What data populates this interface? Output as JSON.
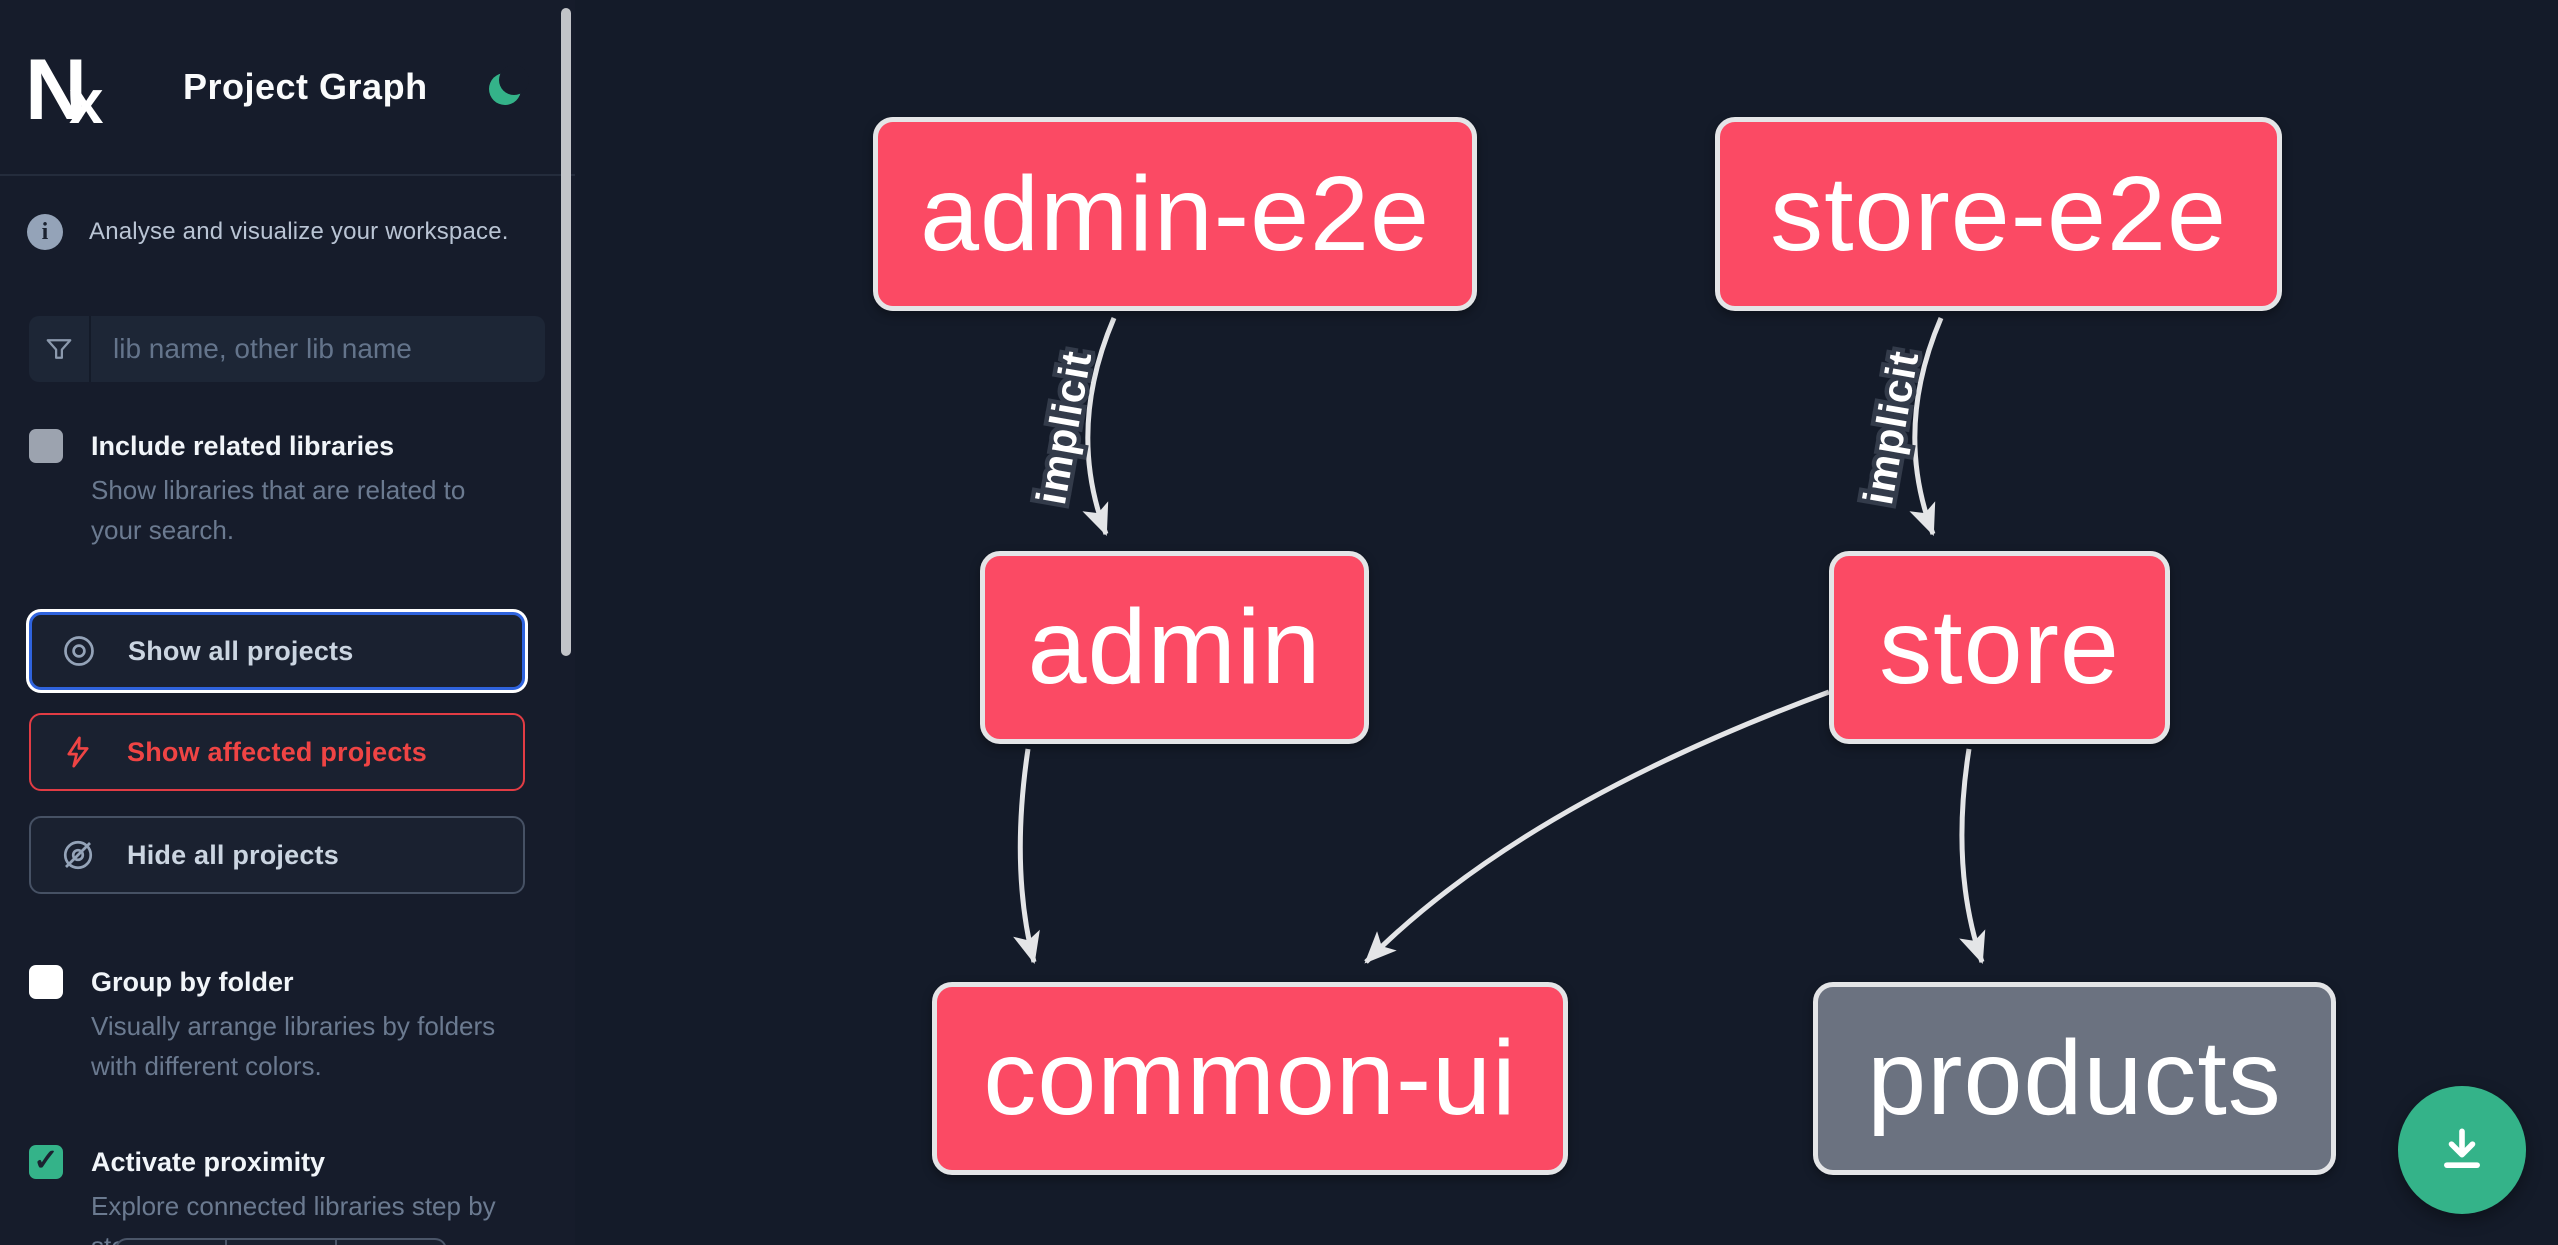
{
  "header": {
    "app_name": "Nx",
    "title": "Project Graph"
  },
  "intro": {
    "text": "Analyse and visualize your workspace."
  },
  "filter": {
    "placeholder": "lib name, other lib name"
  },
  "options": [
    {
      "label": "Include related libraries",
      "description": "Show libraries that are related to your search.",
      "checked": false
    },
    {
      "label": "Group by folder",
      "description": "Visually arrange libraries by folders with different colors.",
      "checked": false
    },
    {
      "label": "Activate proximity",
      "description": "Explore connected libraries step by step.",
      "checked": true
    }
  ],
  "actions": {
    "show_all": "Show all projects",
    "show_affected": "Show affected projects",
    "hide_all": "Hide all projects"
  },
  "graph": {
    "nodes": [
      {
        "id": "admin-e2e",
        "label": "admin-e2e",
        "color": "#fb4a64"
      },
      {
        "id": "store-e2e",
        "label": "store-e2e",
        "color": "#fb4a64"
      },
      {
        "id": "admin",
        "label": "admin",
        "color": "#fb4a64"
      },
      {
        "id": "store",
        "label": "store",
        "color": "#fb4a64"
      },
      {
        "id": "common-ui",
        "label": "common-ui",
        "color": "#fb4a64"
      },
      {
        "id": "products",
        "label": "products",
        "color": "#6b7280"
      }
    ],
    "edges": [
      {
        "from": "admin-e2e",
        "to": "admin",
        "label": "implicit"
      },
      {
        "from": "store-e2e",
        "to": "store",
        "label": "implicit"
      },
      {
        "from": "admin",
        "to": "common-ui",
        "label": ""
      },
      {
        "from": "store",
        "to": "common-ui",
        "label": ""
      },
      {
        "from": "store",
        "to": "products",
        "label": ""
      }
    ]
  },
  "fab": {
    "icon": "download-icon"
  },
  "colors": {
    "node_pink": "#fb4a64",
    "node_gray": "#6b7280",
    "accent_green": "#34b389",
    "affected_red": "#ef4444",
    "focus_blue": "#2f63dd",
    "edge": "#e4e5e7",
    "sidebar_bg": "#161c2b",
    "canvas_bg": "#141b29"
  }
}
